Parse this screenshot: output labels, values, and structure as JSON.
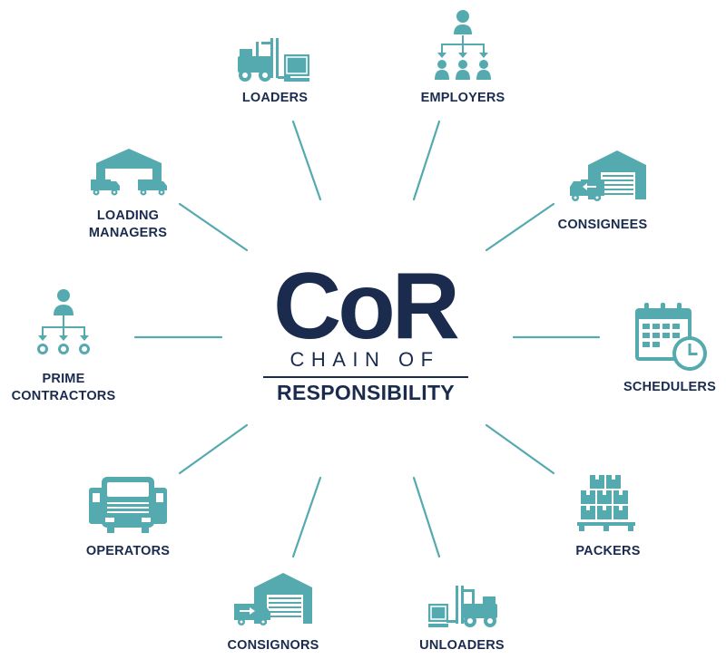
{
  "logo": {
    "main": "CoR",
    "line1": "CHAIN OF",
    "line2": "RESPONSIBILITY"
  },
  "roles": [
    {
      "id": "loaders",
      "lines": [
        "LOADERS"
      ],
      "icon": "forklift-icon"
    },
    {
      "id": "employers",
      "lines": [
        "EMPLOYERS"
      ],
      "icon": "org-hierarchy-icon"
    },
    {
      "id": "consignees",
      "lines": [
        "CONSIGNEES"
      ],
      "icon": "warehouse-truck-icon"
    },
    {
      "id": "schedulers",
      "lines": [
        "SCHEDULERS"
      ],
      "icon": "calendar-clock-icon"
    },
    {
      "id": "packers",
      "lines": [
        "PACKERS"
      ],
      "icon": "pallet-boxes-icon"
    },
    {
      "id": "unloaders",
      "lines": [
        "UNLOADERS"
      ],
      "icon": "forklift-icon"
    },
    {
      "id": "consignors",
      "lines": [
        "CONSIGNORS"
      ],
      "icon": "warehouse-truck-icon"
    },
    {
      "id": "operators",
      "lines": [
        "OPERATORS"
      ],
      "icon": "truck-fleet-icon"
    },
    {
      "id": "prime-contractors",
      "lines": [
        "PRIME",
        "CONTRACTORS"
      ],
      "icon": "contractor-network-icon"
    },
    {
      "id": "loading-managers",
      "lines": [
        "LOADING",
        "MANAGERS"
      ],
      "icon": "depot-trucks-icon"
    }
  ],
  "colors": {
    "accent": "#55aab0",
    "text": "#1a2b4e"
  }
}
